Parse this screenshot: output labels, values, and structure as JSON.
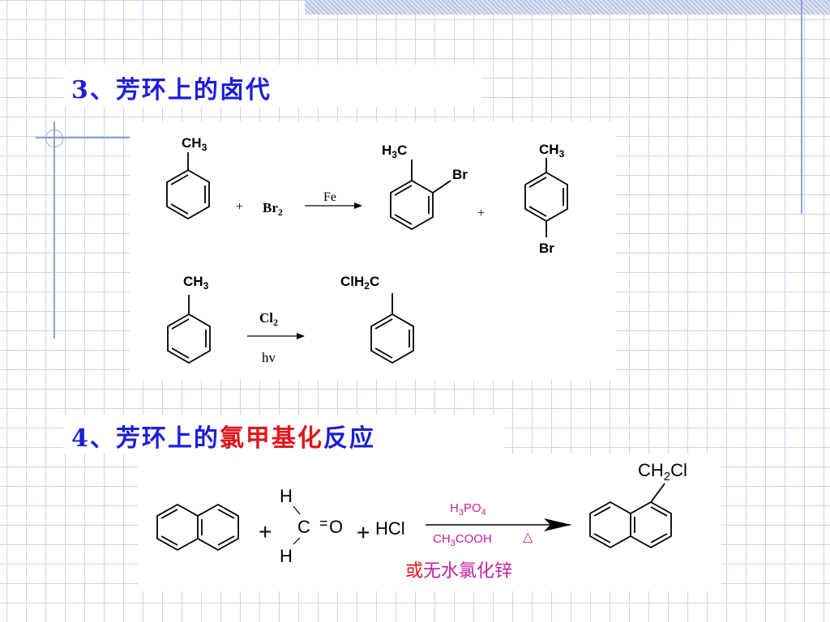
{
  "section3": {
    "heading_num": "3",
    "heading_text": "、芳环上的卤代"
  },
  "section4": {
    "heading_num": "4",
    "heading_pre": "、芳环上的",
    "heading_red": "氯甲基化",
    "heading_post": "反应"
  },
  "reaction1": {
    "reactant_sub": "CH3",
    "plus1": "+",
    "reagent": "Br2",
    "catalyst": "Fe",
    "product1_sub1": "H3C",
    "product1_sub2": "Br",
    "plus2": "+",
    "product2_sub1": "CH3",
    "product2_sub2": "Br"
  },
  "reaction2": {
    "reactant_sub": "CH3",
    "reagent": "Cl2",
    "condition": "hv",
    "product_sub": "ClH2C"
  },
  "reaction3": {
    "plus1": "+",
    "formaldehyde": {
      "h_top": "H",
      "c": "C",
      "eq": "=",
      "o": "O",
      "h_bottom": "H"
    },
    "plus2": "+",
    "hcl": "HCl",
    "catalyst_top": "H3PO4",
    "catalyst_bottom": "CH3COOH",
    "heat": "△",
    "alternative": "或无水氯化锌",
    "alt_red": "或",
    "alt_rest": "无水氯化锌",
    "product_sub": "CH2Cl"
  },
  "colors": {
    "heading_blue": "#1d1fd6",
    "heading_red": "#e0151d",
    "catalyst_magenta": "#c0209a",
    "grid_line": "#c9d3e6",
    "frame_line": "#8ea4d4"
  }
}
